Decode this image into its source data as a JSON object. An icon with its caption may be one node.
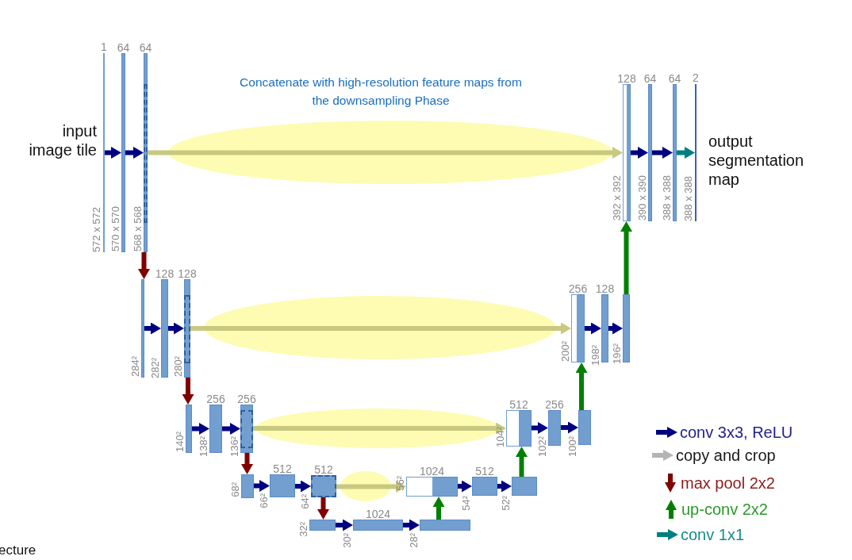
{
  "diagram": {
    "nodes": [
      {
        "text": [
          "1"
        ],
        "beside": [
          "input image tile",
          "572 x 572"
        ]
      },
      {
        "text": [
          "64"
        ],
        "beside": [
          "570 x 570"
        ]
      },
      {
        "text": [
          "64"
        ],
        "beside": [
          "568 x 568"
        ]
      },
      {
        "text": [],
        "shape": "bar",
        "beside": [
          "284²"
        ]
      },
      {
        "text": [
          "128"
        ],
        "beside": [
          "282²"
        ]
      },
      {
        "text": [
          "128"
        ],
        "beside": [
          "280²"
        ]
      },
      {
        "text": [],
        "shape": "bar",
        "beside": [
          "140²"
        ]
      },
      {
        "text": [
          "256"
        ],
        "beside": [
          "138²"
        ]
      },
      {
        "text": [
          "256"
        ],
        "beside": [
          "136²"
        ]
      },
      {
        "text": [],
        "shape": "bar",
        "beside": [
          "68²"
        ]
      },
      {
        "text": [
          "512"
        ],
        "beside": [
          "66²"
        ]
      },
      {
        "text": [
          "512"
        ],
        "beside": [
          "64²"
        ]
      },
      {
        "text": [],
        "shape": "bar",
        "beside": [
          "32²"
        ]
      },
      {
        "text": [
          "1024"
        ],
        "beside": [
          "30²"
        ]
      },
      {
        "text": [],
        "shape": "bar",
        "beside": [
          "28²"
        ]
      },
      {
        "text": [
          "1024"
        ],
        "beside": [
          "56²"
        ]
      },
      {
        "text": [
          "512"
        ],
        "beside": [
          "54²"
        ]
      },
      {
        "text": [],
        "shape": "bar",
        "beside": [
          "52²"
        ]
      },
      {
        "text": [
          "512"
        ],
        "beside": [
          "104²"
        ]
      },
      {
        "text": [
          "256"
        ],
        "beside": [
          "102²"
        ]
      },
      {
        "text": [],
        "shape": "bar",
        "beside": [
          "100²"
        ]
      },
      {
        "text": [
          "256"
        ],
        "beside": [
          "200²"
        ]
      },
      {
        "text": [
          "128"
        ],
        "beside": [
          "198²"
        ]
      },
      {
        "text": [],
        "shape": "bar",
        "beside": [
          "196²"
        ]
      },
      {
        "text": [
          "128"
        ],
        "beside": [
          "392 x 392"
        ]
      },
      {
        "text": [
          "64"
        ],
        "beside": [
          "390 x 390"
        ]
      },
      {
        "text": [
          "64"
        ],
        "beside": [
          "388 x 388"
        ]
      },
      {
        "text": [
          "2"
        ],
        "beside": [
          "388 x 388",
          "output segmentation map"
        ]
      }
    ],
    "edges": [
      {
        "from": 0,
        "to": 1,
        "arrow": "to"
      },
      {
        "from": 1,
        "to": 2,
        "arrow": "to"
      },
      {
        "from": 2,
        "to": 3,
        "arrow": "to",
        "color": "#800000"
      },
      {
        "from": 3,
        "to": 4,
        "arrow": "to"
      },
      {
        "from": 4,
        "to": 5,
        "arrow": "to"
      },
      {
        "from": 5,
        "to": 6,
        "arrow": "to",
        "color": "#800000"
      },
      {
        "from": 6,
        "to": 7,
        "arrow": "to"
      },
      {
        "from": 7,
        "to": 8,
        "arrow": "to"
      },
      {
        "from": 8,
        "to": 9,
        "arrow": "to",
        "color": "#800000"
      },
      {
        "from": 9,
        "to": 10,
        "arrow": "to"
      },
      {
        "from": 10,
        "to": 11,
        "arrow": "to"
      },
      {
        "from": 11,
        "to": 12,
        "arrow": "to",
        "color": "#800000"
      },
      {
        "from": 12,
        "to": 13,
        "arrow": "to"
      },
      {
        "from": 13,
        "to": 14,
        "arrow": "to"
      },
      {
        "from": 14,
        "to": 15,
        "arrow": "to",
        "color": "#008000"
      },
      {
        "from": 11,
        "to": 15,
        "arrow": "to",
        "color": "#c8c880"
      },
      {
        "from": 15,
        "to": 16,
        "arrow": "to"
      },
      {
        "from": 16,
        "to": 17,
        "arrow": "to"
      },
      {
        "from": 17,
        "to": 18,
        "arrow": "to",
        "color": "#008000"
      },
      {
        "from": 8,
        "to": 18,
        "arrow": "to",
        "color": "#c8c880"
      },
      {
        "from": 18,
        "to": 19,
        "arrow": "to"
      },
      {
        "from": 19,
        "to": 20,
        "arrow": "to"
      },
      {
        "from": 20,
        "to": 21,
        "arrow": "to",
        "color": "#008000"
      },
      {
        "from": 5,
        "to": 21,
        "arrow": "to",
        "color": "#c8c880"
      },
      {
        "from": 21,
        "to": 22,
        "arrow": "to"
      },
      {
        "from": 22,
        "to": 23,
        "arrow": "to"
      },
      {
        "from": 23,
        "to": 24,
        "arrow": "to",
        "color": "#008000"
      },
      {
        "from": 2,
        "to": 24,
        "arrow": "to",
        "color": "#c8c880"
      },
      {
        "from": 24,
        "to": 25,
        "arrow": "to"
      },
      {
        "from": 25,
        "to": 26,
        "arrow": "to"
      },
      {
        "from": 26,
        "to": 27,
        "arrow": "to",
        "color": "#008080"
      }
    ],
    "labels": [
      "Concatenate with high-resolution feature maps from the downsampling Phase",
      "ecture"
    ],
    "legend": [
      {
        "text": "conv 3x3, ReLU"
      },
      {
        "text": "copy and crop"
      },
      {
        "text": "max pool 2x2"
      },
      {
        "text": "up-conv 2x2"
      },
      {
        "text": "conv 1x1"
      }
    ]
  }
}
